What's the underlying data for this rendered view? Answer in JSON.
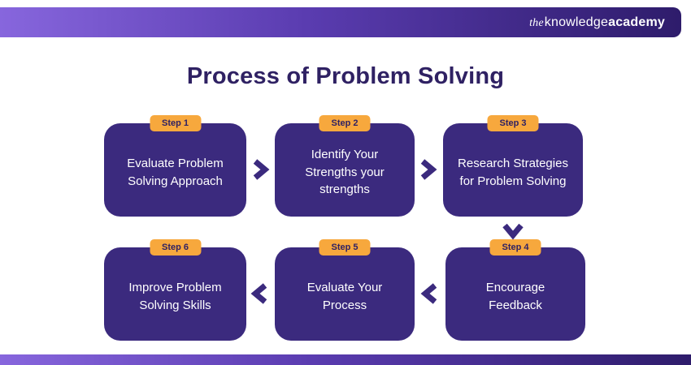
{
  "header": {
    "logo_the": "the",
    "logo_knowledge": "knowledge",
    "logo_academy": "academy"
  },
  "title": "Process of Problem Solving",
  "steps": [
    {
      "badge": "Step 1",
      "text": "Evaluate Problem Solving Approach"
    },
    {
      "badge": "Step 2",
      "text": "Identify Your Strengths your strengths"
    },
    {
      "badge": "Step 3",
      "text": "Research Strategies for Problem Solving"
    },
    {
      "badge": "Step 4",
      "text": "Encourage Feedback"
    },
    {
      "badge": "Step 5",
      "text": "Evaluate Your Process"
    },
    {
      "badge": "Step 6",
      "text": "Improve Problem Solving Skills"
    }
  ],
  "colors": {
    "box": "#3b2a7e",
    "badge_background": "#f7a83d",
    "badge_text": "#2f2163",
    "title_text": "#2f2163",
    "banner_gradient_start": "#8766dd",
    "banner_gradient_end": "#2e1c6b",
    "background": "#ffffff",
    "arrow": "#3b2a7e"
  }
}
